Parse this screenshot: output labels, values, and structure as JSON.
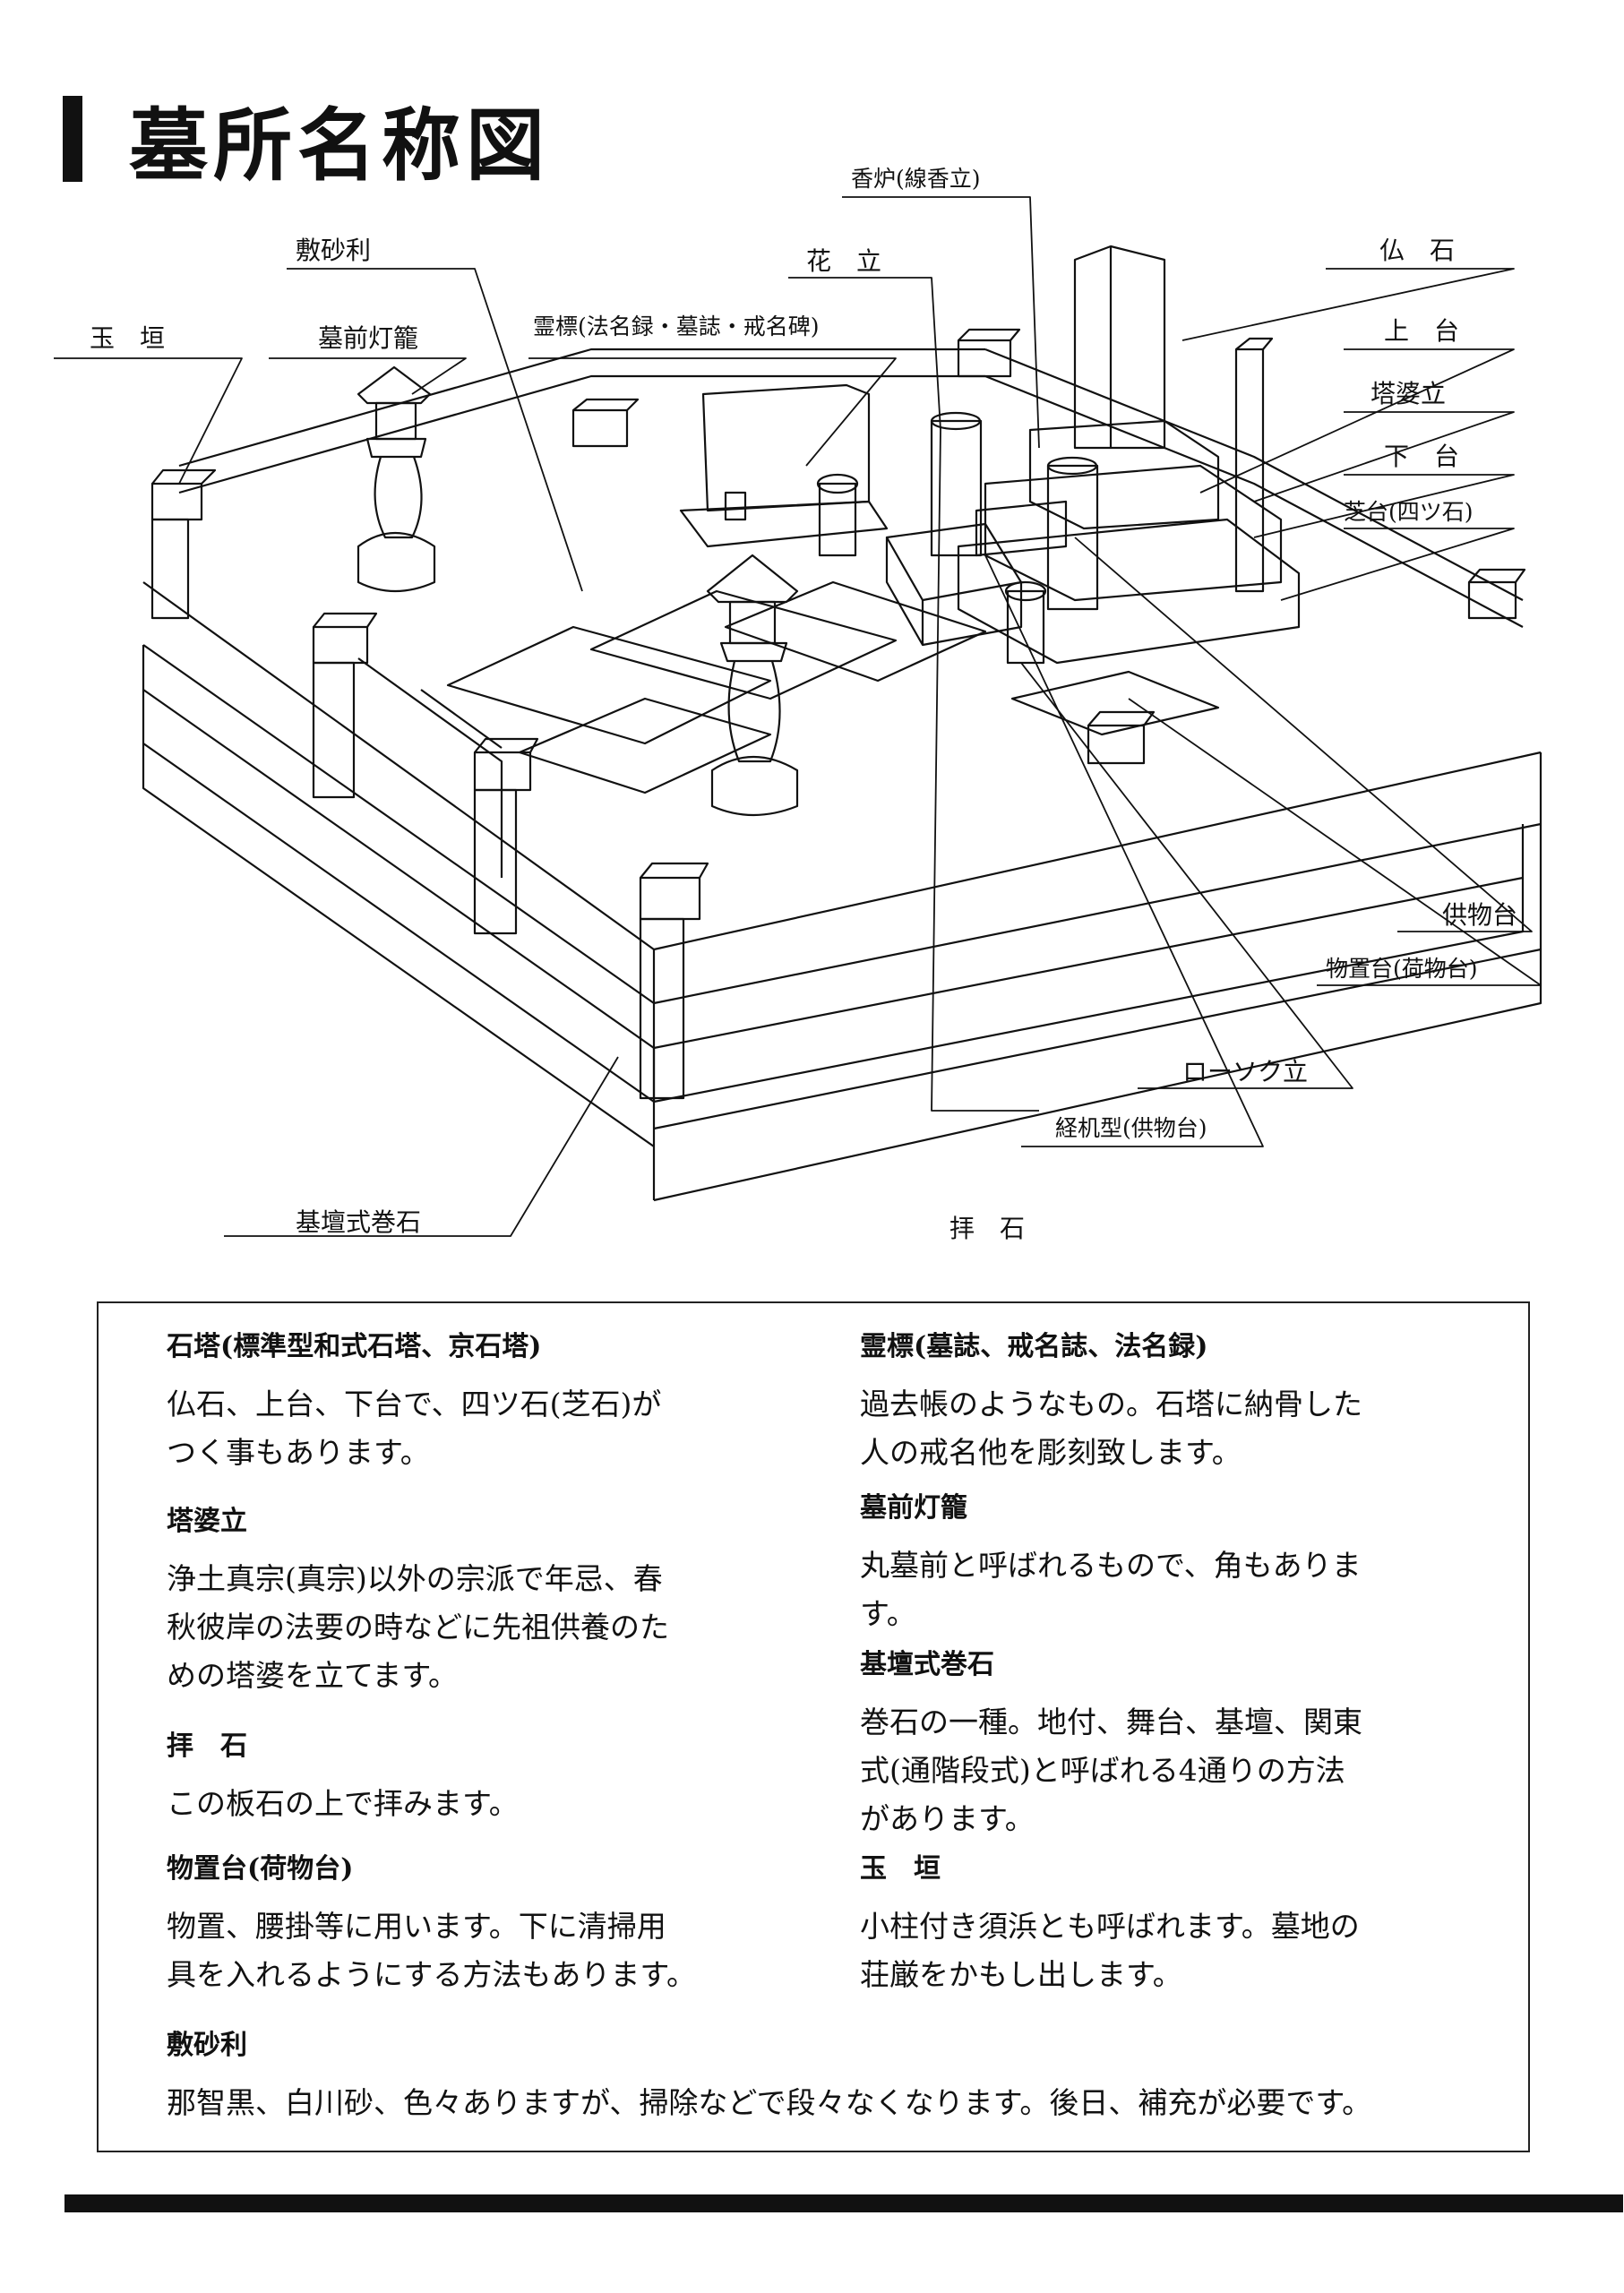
{
  "title": "墓所名称図",
  "labels": {
    "tamagaki": "玉　垣",
    "shikijari": "敷砂利",
    "bozen_toro": "墓前灯籠",
    "reihyo": "霊標(法名録・墓誌・戒名碑)",
    "hanatate": "花　立",
    "koro": "香炉(線香立)",
    "hotoke_ishi": "仏　石",
    "jodai": "上　台",
    "tobatate": "塔婆立",
    "gedai": "下　台",
    "shibadai": "芝台(四ツ石)",
    "kumotsudai": "供物台",
    "monookidai": "物置台(荷物台)",
    "rosoku": "ローソク立",
    "kyozukue": "経机型(供物台)",
    "haiseki": "拝　石",
    "kidan": "基壇式巻石"
  },
  "descriptions": {
    "sekito": {
      "heading": "石塔(標準型和式石塔、京石塔)",
      "body": "仏石、上台、下台で、四ツ石(芝石)が\nつく事もあります。"
    },
    "tobatate": {
      "heading": "塔婆立",
      "body": "浄土真宗(真宗)以外の宗派で年忌、春\n秋彼岸の法要の時などに先祖供養のた\nめの塔婆を立てます。"
    },
    "haiseki": {
      "heading": "拝　石",
      "body": "この板石の上で拝みます。"
    },
    "monookidai": {
      "heading": "物置台(荷物台)",
      "body": "物置、腰掛等に用います。下に清掃用\n具を入れるようにする方法もあります。"
    },
    "shikijari": {
      "heading": "敷砂利",
      "body": "那智黒、白川砂、色々ありますが、掃除などで段々なくなります。後日、補充が必要です。"
    },
    "reihyo": {
      "heading": "霊標(墓誌、戒名誌、法名録)",
      "body": "過去帳のようなもの。石塔に納骨した\n人の戒名他を彫刻致します。"
    },
    "bozen_toro": {
      "heading": "墓前灯籠",
      "body": "丸墓前と呼ばれるもので、角もありま\nす。"
    },
    "kidan": {
      "heading": "基壇式巻石",
      "body": "巻石の一種。地付、舞台、基壇、関東\n式(通階段式)と呼ばれる4通りの方法\nがあります。"
    },
    "tamagaki": {
      "heading": "玉　垣",
      "body": "小柱付き須浜とも呼ばれます。墓地の\n荘厳をかもし出します。"
    }
  }
}
